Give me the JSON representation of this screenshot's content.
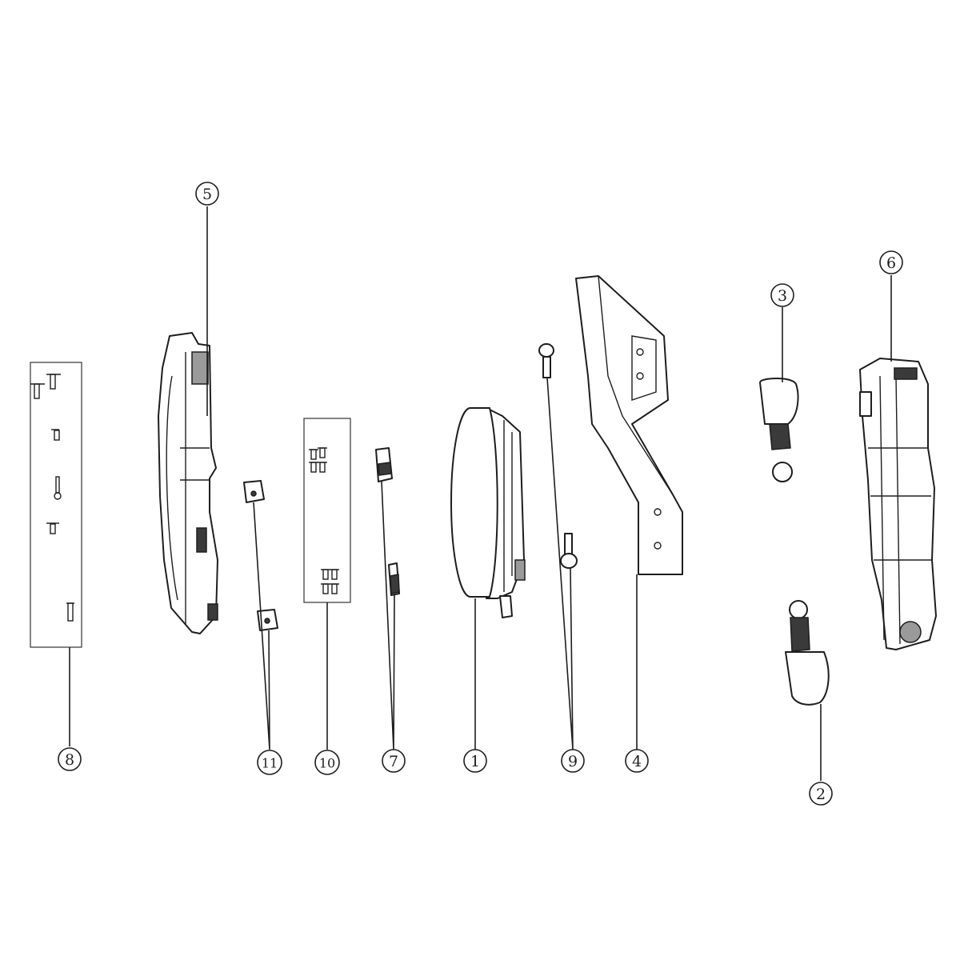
{
  "diagram": {
    "type": "exploded-parts-view",
    "callouts": [
      {
        "id": "c1",
        "label": "1"
      },
      {
        "id": "c2",
        "label": "2"
      },
      {
        "id": "c3",
        "label": "3"
      },
      {
        "id": "c4",
        "label": "4"
      },
      {
        "id": "c5",
        "label": "5"
      },
      {
        "id": "c6",
        "label": "6"
      },
      {
        "id": "c7",
        "label": "7"
      },
      {
        "id": "c8",
        "label": "8"
      },
      {
        "id": "c9",
        "label": "9"
      },
      {
        "id": "c10",
        "label": "10"
      },
      {
        "id": "c11",
        "label": "11"
      }
    ]
  }
}
